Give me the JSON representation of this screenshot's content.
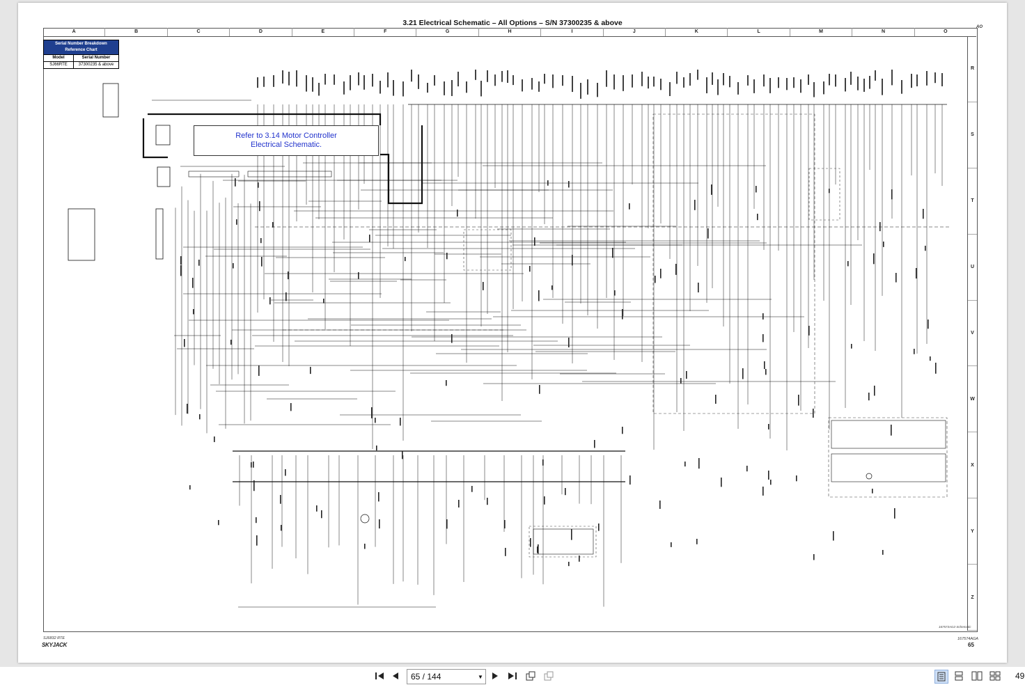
{
  "document": {
    "title": "3.21  Electrical Schematic – All Options – S/N 37300235 & above",
    "columns": [
      "A",
      "B",
      "C",
      "D",
      "E",
      "F",
      "G",
      "H",
      "I",
      "J",
      "K",
      "L",
      "M",
      "N",
      "O"
    ],
    "column_extra": "AO",
    "rows": [
      "R",
      "S",
      "T",
      "U",
      "V",
      "W",
      "X",
      "Y",
      "Z"
    ],
    "serial_chart": {
      "title_line1": "Serial Number Breakdown",
      "title_line2": "Reference Chart",
      "header_model": "Model",
      "header_serial": "Serial Number",
      "model": "SJ66RTE",
      "serial": "37300235 & above"
    },
    "reference_box": {
      "line1": "Refer to 3.14 Motor Controller",
      "line2": "Electrical Schematic."
    },
    "drawing_id": "167573AG2-Schematic",
    "footer_model": "SJ6832 RTE",
    "footer_brand": "SKYJACK",
    "footer_doc": "167574AGA",
    "footer_page": "65"
  },
  "toolbar": {
    "first_icon": "first-page-icon",
    "prev_icon": "previous-page-icon",
    "page_indicator": "65 / 144",
    "next_icon": "next-page-icon",
    "last_icon": "last-page-icon",
    "zoom": "49",
    "accent": "#cfe0f7"
  }
}
